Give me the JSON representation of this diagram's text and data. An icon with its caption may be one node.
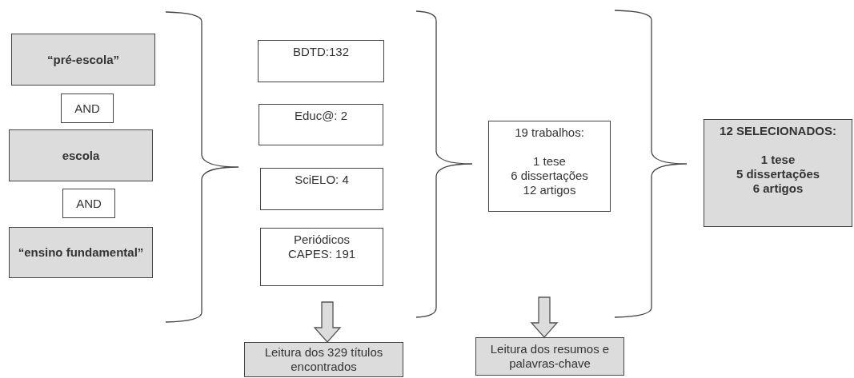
{
  "diagram": {
    "nodes": [
      {
        "text": [
          "“pré-escola”"
        ]
      },
      {
        "text": [
          "AND"
        ]
      },
      {
        "text": [
          "escola"
        ]
      },
      {
        "text": [
          "AND"
        ]
      },
      {
        "text": [
          "“ensino fundamental”"
        ]
      },
      {
        "text": [
          "BDTD:132"
        ]
      },
      {
        "text": [
          "Educ@: 2"
        ]
      },
      {
        "text": [
          "SciELO: 4"
        ]
      },
      {
        "text": [
          "Periódicos CAPES: 191"
        ]
      },
      {
        "text": [
          "Leitura dos 329 títulos encontrados"
        ]
      },
      {
        "text": [
          "19 trabalhos:",
          "1 tese",
          "6 dissertações",
          "12 artigos"
        ]
      },
      {
        "text": [
          "12 SELECIONADOS:",
          "1 tese",
          "5 dissertações",
          "6 artigos"
        ]
      },
      {
        "text": [
          "Leitura dos resumos e palavras-chave"
        ]
      }
    ],
    "edges": [
      {
        "from": null,
        "to": 9,
        "arrow": "to"
      },
      {
        "from": null,
        "to": 12,
        "arrow": "to"
      }
    ]
  }
}
